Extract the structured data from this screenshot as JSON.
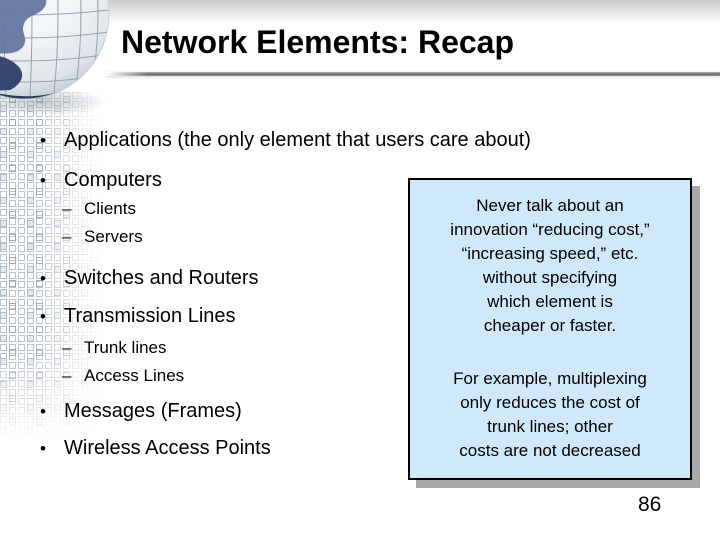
{
  "slide": {
    "title": "Network Elements: Recap",
    "page_number": "86"
  },
  "bullets": {
    "items": [
      {
        "marker": "•",
        "text": "Applications (the only element that users care about)",
        "level": 1
      },
      {
        "marker": "•",
        "text": "Computers",
        "level": 1
      },
      {
        "marker": "–",
        "text": "Clients",
        "level": 2
      },
      {
        "marker": "–",
        "text": "Servers",
        "level": 2
      },
      {
        "marker": "•",
        "text": "Switches and Routers",
        "level": 1
      },
      {
        "marker": "•",
        "text": "Transmission Lines",
        "level": 1
      },
      {
        "marker": "–",
        "text": "Trunk lines",
        "level": 2
      },
      {
        "marker": "–",
        "text": "Access Lines",
        "level": 2
      },
      {
        "marker": "•",
        "text": "Messages (Frames)",
        "level": 1
      },
      {
        "marker": "•",
        "text": "Wireless Access Points",
        "level": 1
      }
    ]
  },
  "note_box": {
    "paragraph1": "Never talk about an\ninnovation “reducing cost,”\n“increasing speed,” etc.\nwithout specifying\nwhich element is\ncheaper or faster.",
    "paragraph2": "For example, multiplexing\nonly reduces the cost of\ntrunk lines; other\ncosts are not decreased",
    "background_color": "#cfe9fb",
    "border_color": "#000000",
    "shadow_color": "#a9a9a9"
  },
  "logo": {
    "name": "globe-logo"
  }
}
